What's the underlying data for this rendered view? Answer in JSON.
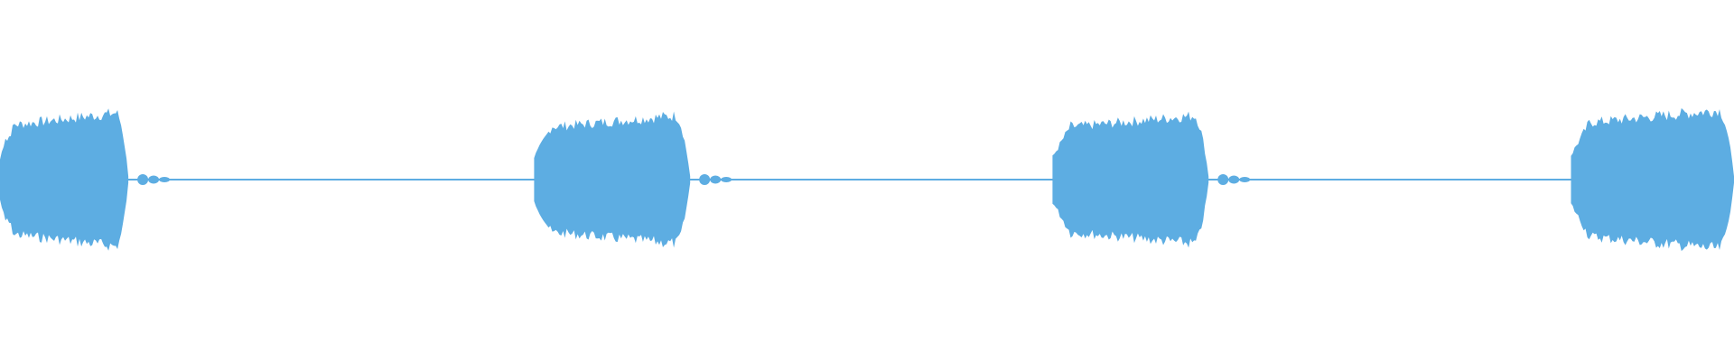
{
  "waveform": {
    "color": "#5DADE2",
    "background": "#FFFFFF",
    "bursts": [
      {
        "start": 0.0,
        "end": 0.074,
        "amplitude": 0.75
      },
      {
        "start": 0.308,
        "end": 0.398,
        "amplitude": 0.72
      },
      {
        "start": 0.607,
        "end": 0.697,
        "amplitude": 0.72
      },
      {
        "start": 0.906,
        "end": 1.0,
        "amplitude": 0.78
      }
    ],
    "baseline_amplitude": 0.02
  }
}
